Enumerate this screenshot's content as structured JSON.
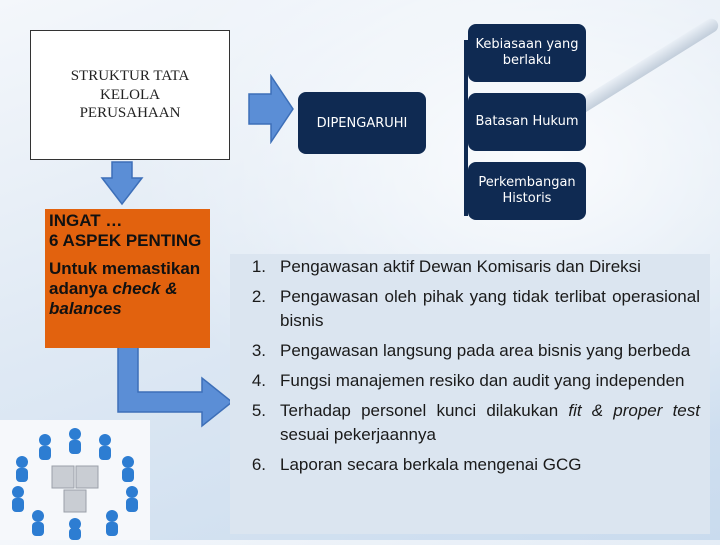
{
  "struktur": "STRUKTUR TATA KELOLA PERUSAHAAN",
  "dipengaruhi": "DIPENGARUHI",
  "influences": [
    "Kebiasaan yang berlaku",
    "Batasan Hukum",
    "Perkembangan Historis"
  ],
  "ingat": {
    "line1": "INGAT …",
    "line2": "6 ASPEK PENTING",
    "line3": "Untuk memastikan",
    "line4_plain": "adanya ",
    "line4_em": "check &",
    "line5_em": "balances"
  },
  "aspects": [
    {
      "num": "1.",
      "text": "Pengawasan aktif Dewan Komisaris dan Direksi"
    },
    {
      "num": "2.",
      "text": "Pengawasan oleh pihak yang tidak terlibat operasional bisnis"
    },
    {
      "num": "3.",
      "text": "Pengawasan langsung pada area bisnis yang berbeda"
    },
    {
      "num": "4.",
      "text": "Fungsi manajemen resiko dan audit yang independen"
    },
    {
      "num": "5.",
      "text_pre": "Terhadap personel kunci dilakukan ",
      "text_em": "fit & proper test",
      "text_post": " sesuai pekerjaannya"
    },
    {
      "num": "6.",
      "text": "Laporan secara berkala mengenai GCG"
    }
  ],
  "colors": {
    "navy": "#0f2a52",
    "orange": "#e2620e",
    "arrow": "#5b8ed6",
    "panel": "#dbe5f0"
  }
}
